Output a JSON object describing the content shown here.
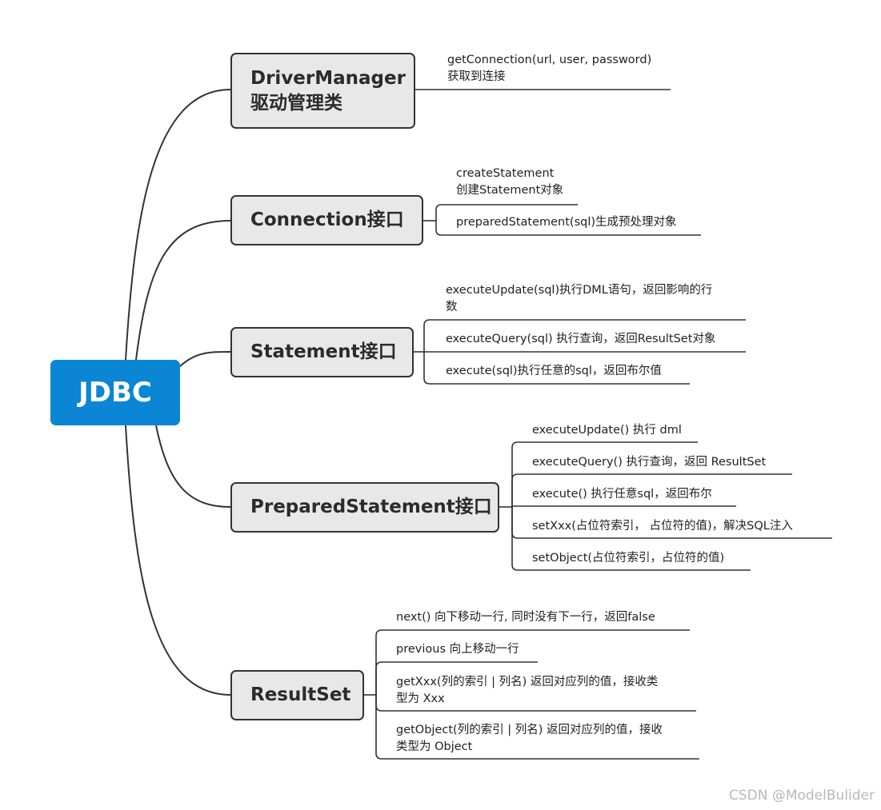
{
  "root": {
    "label": "JDBC"
  },
  "branches": [
    {
      "id": "drivermanager",
      "lines": [
        "DriverManager",
        "驱动管理类"
      ],
      "children": [
        {
          "lines": [
            "getConnection(url, user, password)",
            "获取到连接"
          ]
        }
      ]
    },
    {
      "id": "connection",
      "lines": [
        "Connection接口"
      ],
      "children": [
        {
          "lines": [
            "createStatement",
            "创建Statement对象"
          ]
        },
        {
          "lines": [
            "preparedStatement(sql)生成预处理对象"
          ]
        }
      ]
    },
    {
      "id": "statement",
      "lines": [
        "Statement接口"
      ],
      "children": [
        {
          "lines": [
            "executeUpdate(sql)执行DML语句，返回影响的行",
            "数"
          ]
        },
        {
          "lines": [
            "executeQuery(sql) 执行查询，返回ResultSet对象"
          ]
        },
        {
          "lines": [
            "execute(sql)执行任意的sql，返回布尔值"
          ]
        }
      ]
    },
    {
      "id": "preparedstatement",
      "lines": [
        "PreparedStatement接口"
      ],
      "children": [
        {
          "lines": [
            "executeUpdate() 执行 dml"
          ]
        },
        {
          "lines": [
            "executeQuery() 执行查询，返回 ResultSet"
          ]
        },
        {
          "lines": [
            "execute() 执行任意sql，返回布尔"
          ]
        },
        {
          "lines": [
            "setXxx(占位符索引， 占位符的值)，解决SQL注入"
          ]
        },
        {
          "lines": [
            "setObject(占位符索引，占位符的值)"
          ]
        }
      ]
    },
    {
      "id": "resultset",
      "lines": [
        "ResultSet"
      ],
      "children": [
        {
          "lines": [
            "next() 向下移动一行, 同时没有下一行，返回false"
          ]
        },
        {
          "lines": [
            "previous 向上移动一行"
          ]
        },
        {
          "lines": [
            "getXxx(列的索引 | 列名) 返回对应列的值，接收类",
            "型为 Xxx"
          ]
        },
        {
          "lines": [
            "getObject(列的索引 | 列名) 返回对应列的值，接收",
            "类型为 Object"
          ]
        }
      ]
    }
  ],
  "watermark": "CSDN @ModelBulider",
  "colors": {
    "root_fill": "#0a86d4",
    "topic_fill": "#e8e8e8",
    "line": "#333333"
  }
}
